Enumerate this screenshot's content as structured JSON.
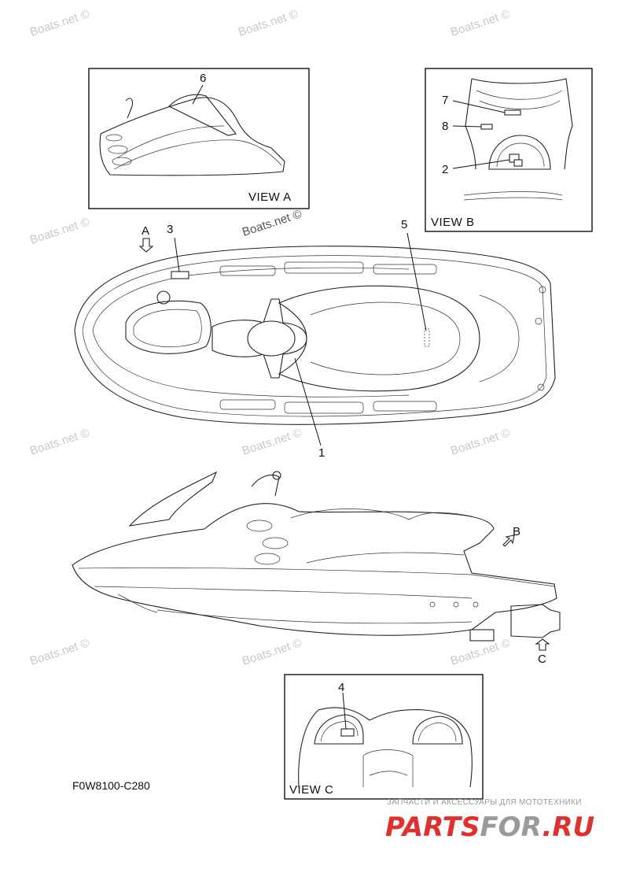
{
  "watermark": "Boats.net ©",
  "diagram_code": "F0W8100-C280",
  "views": {
    "a": "VIEW A",
    "b": "VIEW B",
    "c": "VIEW C"
  },
  "arrow_labels": {
    "a": "A",
    "b": "B",
    "c": "C"
  },
  "callouts": {
    "n1": "1",
    "n2": "2",
    "n3": "3",
    "n4": "4",
    "n5": "5",
    "n6": "6",
    "n7": "7",
    "n8": "8"
  },
  "branding": {
    "tagline": "ЗАПЧАСТИ И АКСЕССУАРЫ ДЛЯ МОТОТЕХНИКИ",
    "logo_text": "PARTS FOR.RU",
    "colors": {
      "red": "#e03030",
      "gray": "#9a9a9a"
    }
  }
}
